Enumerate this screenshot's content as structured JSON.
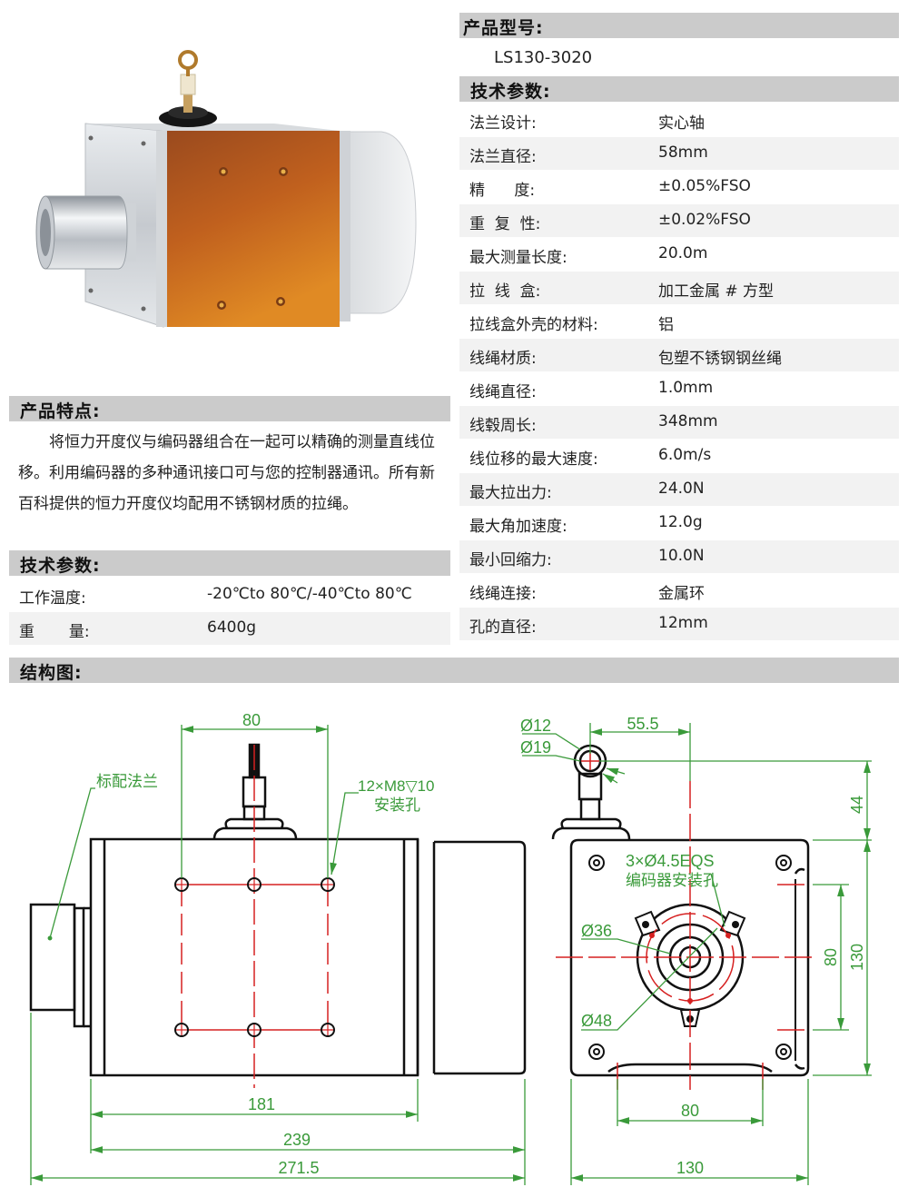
{
  "product_model": {
    "heading": "产品型号:",
    "value": "LS130-3020"
  },
  "tech_params_right": {
    "heading": "技术参数:",
    "rows": [
      {
        "label": "法兰设计:",
        "value": "实心轴"
      },
      {
        "label": "法兰直径:",
        "value": "58mm"
      },
      {
        "label": "精      度:",
        "value": "±0.05%FSO"
      },
      {
        "label": "重  复  性:",
        "value": "±0.02%FSO"
      },
      {
        "label": "最大测量长度:",
        "value": "20.0m"
      },
      {
        "label": "拉  线  盒:",
        "value": "加工金属 # 方型"
      },
      {
        "label": "拉线盒外壳的材料:",
        "value": "铝"
      },
      {
        "label": "线绳材质:",
        "value": "包塑不锈钢钢丝绳"
      },
      {
        "label": "线绳直径:",
        "value": "1.0mm"
      },
      {
        "label": "线毂周长:",
        "value": "348mm"
      },
      {
        "label": "线位移的最大速度:",
        "value": "6.0m/s"
      },
      {
        "label": "最大拉出力:",
        "value": "24.0N"
      },
      {
        "label": "最大角加速度:",
        "value": "12.0g"
      },
      {
        "label": "最小回缩力:",
        "value": "10.0N"
      },
      {
        "label": "线绳连接:",
        "value": "金属环"
      },
      {
        "label": "孔的直径:",
        "value": "12mm"
      }
    ]
  },
  "features": {
    "heading": "产品特点:",
    "text": "将恒力开度仪与编码器组合在一起可以精确的测量直线位移。利用编码器的多种通讯接口可与您的控制器通讯。所有新百科提供的恒力开度仪均配用不锈钢材质的拉绳。"
  },
  "tech_params_left": {
    "heading": "技术参数:",
    "rows": [
      {
        "label": "工作温度:",
        "value": "-20℃to 80℃/-40℃to 80℃"
      },
      {
        "label": "重       量:",
        "value": "6400g"
      }
    ]
  },
  "structure": {
    "heading": "结构图:",
    "side_view": {
      "flange_label": "标配法兰",
      "holes_label_1": "12×M8▽10",
      "holes_label_2": "安装孔",
      "dim_top": "80",
      "dim_181": "181",
      "dim_239": "239",
      "dim_271": "271.5"
    },
    "front_view": {
      "d12": "Ø12",
      "d19": "Ø19",
      "dim_55": "55.5",
      "dim_44": "44",
      "enc_label_1": "3×Ø4.5EQS",
      "enc_label_2": "编码器安装孔",
      "d36": "Ø36",
      "d48": "Ø48",
      "dim_80v": "80",
      "dim_130v": "130",
      "dim_80h": "80",
      "dim_130h": "130"
    }
  },
  "colors": {
    "header_bar": "#cbcbcb",
    "alt_row": "#f2f2f2",
    "dimension_green": "#3a9a3a",
    "centerline_red": "#d62020",
    "housing_orange": "#c8641e"
  }
}
